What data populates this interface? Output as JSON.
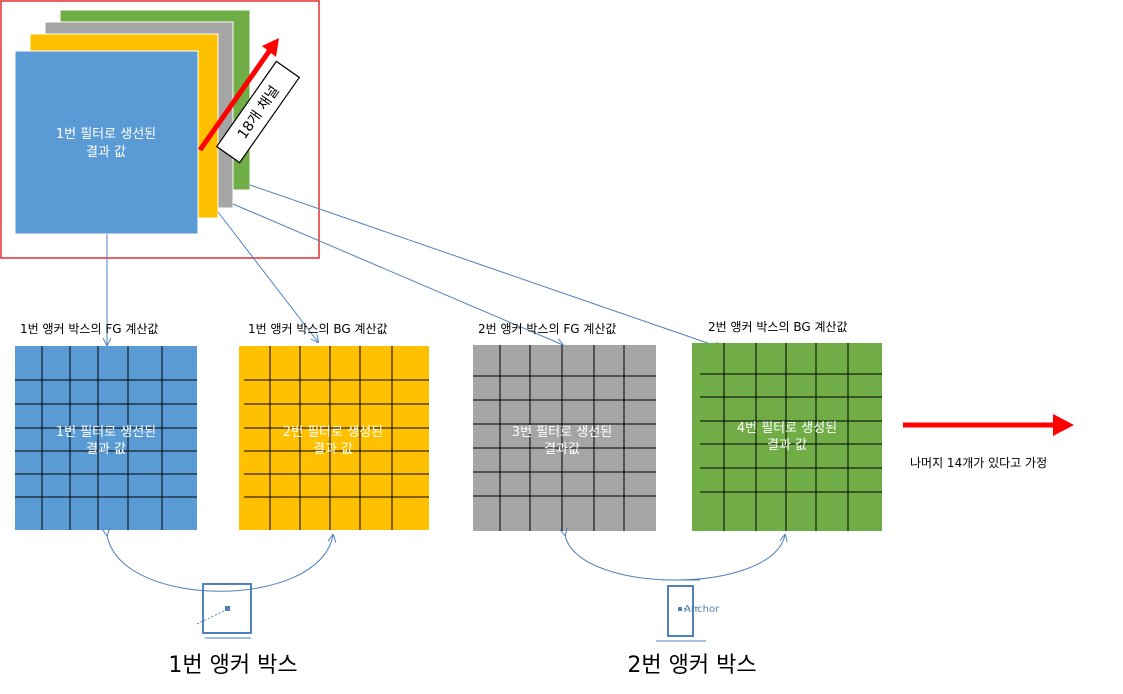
{
  "stack": {
    "front_label_line1": "1번 필터로 생선된",
    "front_label_line2": "결과 값",
    "channel_label": "18개 채널"
  },
  "grids": [
    {
      "caption": "1번 앵커 박스의  FG 계산값",
      "line1": "1번 필터로 생선된",
      "line2": "결과 값",
      "color": "#5b9bd5"
    },
    {
      "caption": "1번 앵커 박스의 BG 계산값",
      "line1": "2번 필터로 생성된",
      "line2": "결과 값",
      "color": "#ffc000"
    },
    {
      "caption": "2번 앵커 박스의  FG 계산값",
      "line1": "3번 필터로 생선된",
      "line2": "결과값",
      "color": "#a5a5a5"
    },
    {
      "caption": "2번 앵커 박스의 BG 계산값",
      "line1": "4번 필터로 생성된",
      "line2": "결과 값",
      "color": "#70ad47"
    }
  ],
  "remaining_note": "나머지 14개가 있다고 가정",
  "anchor_box_1_label": "1번 앵커 박스",
  "anchor_box_2_label": "2번 앵커 박스",
  "anchor_text": "Anchor",
  "colors": {
    "blue": "#5b9bd5",
    "orange": "#ffc000",
    "gray": "#a5a5a5",
    "green": "#70ad47",
    "red_arrow": "#ff0000",
    "highlight_border": "#e03030",
    "connector": "#4f81bd"
  }
}
